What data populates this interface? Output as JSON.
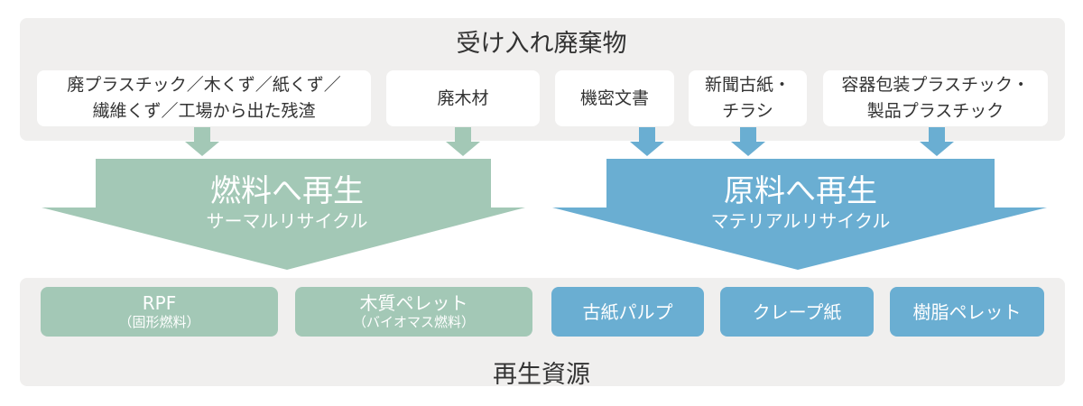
{
  "input": {
    "title": "受け入れ廃棄物",
    "waste_items": [
      {
        "line1": "廃プラスチック／木くず／紙くず／",
        "line2": "繊維くず／工場から出た残渣",
        "stream": "thermal"
      },
      {
        "line1": "廃木材",
        "line2": "",
        "stream": "thermal"
      },
      {
        "line1": "機密文書",
        "line2": "",
        "stream": "material"
      },
      {
        "line1": "新聞古紙・",
        "line2": "チラシ",
        "stream": "material"
      },
      {
        "line1": "容器包装プラスチック・",
        "line2": "製品プラスチック",
        "stream": "material"
      }
    ]
  },
  "flows": {
    "thermal": {
      "title": "燃料へ再生",
      "subtitle": "サーマルリサイクル",
      "color": "#a3c8b6"
    },
    "material": {
      "title": "原料へ再生",
      "subtitle": "マテリアルリサイクル",
      "color": "#6aaed2"
    }
  },
  "output": {
    "title": "再生資源",
    "resources": [
      {
        "name": "RPF",
        "note": "（固形燃料）",
        "stream": "thermal"
      },
      {
        "name": "木質ペレット",
        "note": "（バイオマス燃料）",
        "stream": "thermal"
      },
      {
        "name": "古紙パルプ",
        "note": "",
        "stream": "material"
      },
      {
        "name": "クレープ紙",
        "note": "",
        "stream": "material"
      },
      {
        "name": "樹脂ペレット",
        "note": "",
        "stream": "material"
      }
    ]
  },
  "colors": {
    "panel_background": "#f0efee",
    "thermal": "#a3c8b6",
    "material": "#6aaed2",
    "text": "#333333"
  }
}
